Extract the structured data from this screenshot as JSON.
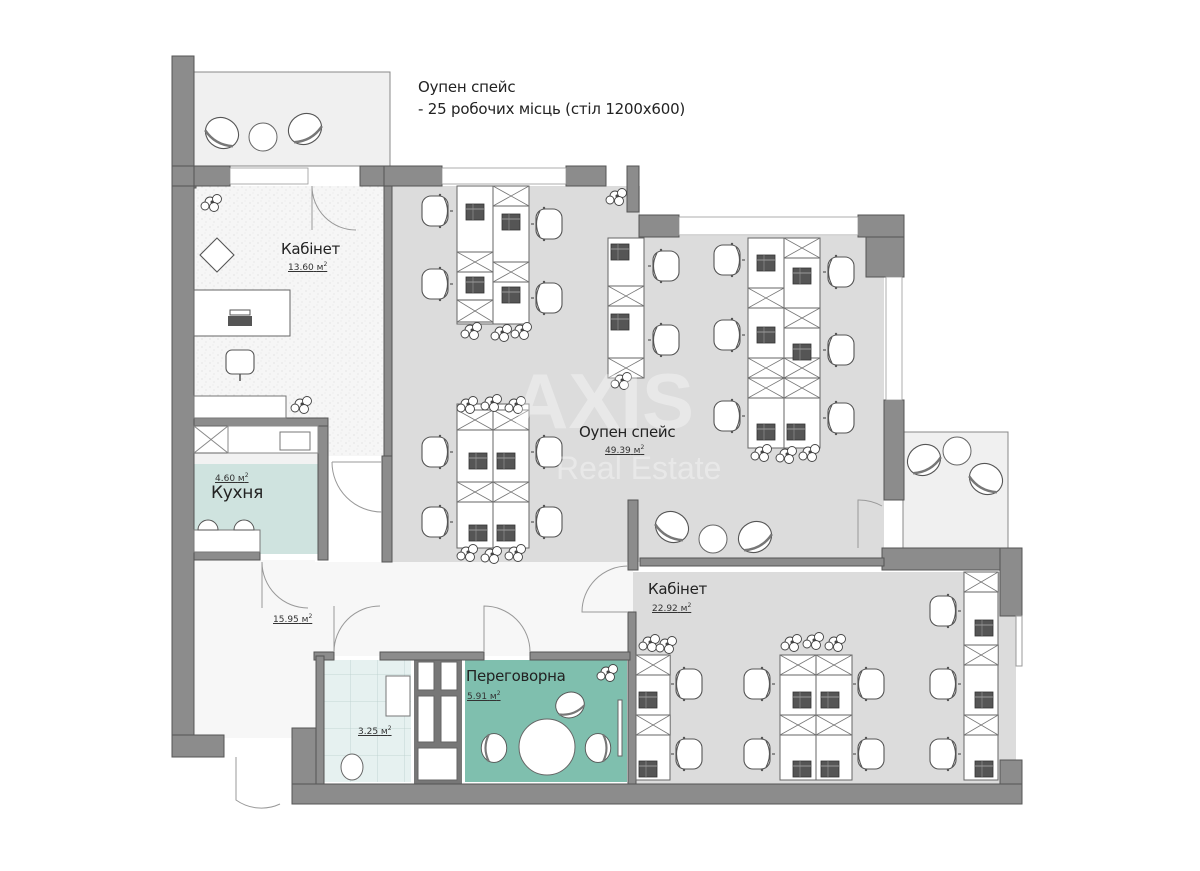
{
  "heading": {
    "line1": "Оупен спейс",
    "line2": "- 25 робочих місць (стіл 1200x600)"
  },
  "watermark": {
    "brand": "AXIS",
    "sub": "Real Estate"
  },
  "rooms": [
    {
      "id": "cabinet-1",
      "name": "Кабінет",
      "area": "13.60",
      "unit": "м",
      "sup": "2"
    },
    {
      "id": "kitchen",
      "name": "Кухня",
      "area": "4.60",
      "unit": "м",
      "sup": "2"
    },
    {
      "id": "open-space",
      "name": "Оупен спейс",
      "area": "49.39",
      "unit": "м",
      "sup": "2"
    },
    {
      "id": "hall",
      "name": "",
      "area": "15.95",
      "unit": "м",
      "sup": "2"
    },
    {
      "id": "cabinet-2",
      "name": "Кабінет",
      "area": "22.92",
      "unit": "м",
      "sup": "2"
    },
    {
      "id": "meeting-room",
      "name": "Переговорна",
      "area": "5.91",
      "unit": "м",
      "sup": "2"
    },
    {
      "id": "bathroom",
      "name": "",
      "area": "3.25",
      "unit": "м",
      "sup": "2"
    }
  ],
  "colors": {
    "wall": "#8c8c8c",
    "wall_dark": "#6f6f6f",
    "open_floor": "#dcdcdc",
    "cabinet_floor": "#f4f4f4",
    "kitchen_floor": "#cfe3df",
    "meeting_floor": "#7fbfae",
    "bath_floor": "#e8f2f1",
    "balcony": "#f0f0f0",
    "desk": "#ffffff",
    "line": "#666666"
  }
}
